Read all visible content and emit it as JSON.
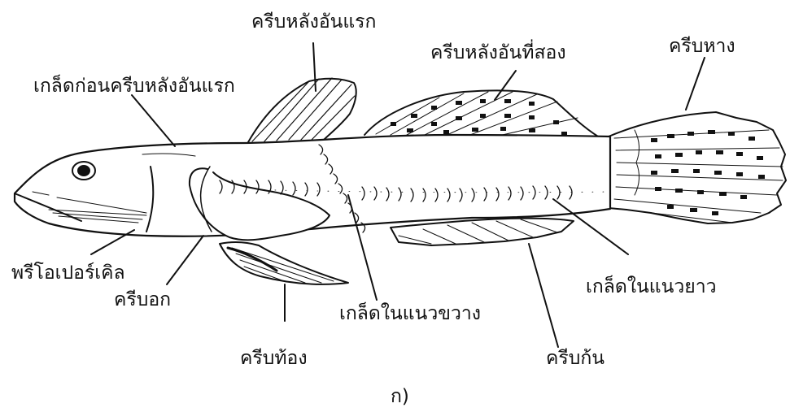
{
  "diagram": {
    "labels": {
      "first_dorsal_fin": "ครีบหลังอันแรก",
      "second_dorsal_fin": "ครีบหลังอันที่สอง",
      "caudal_fin": "ครีบหาง",
      "predorsal_scales": "เกล็ดก่อนครีบหลังอันแรก",
      "preopercle": "พรีโอเปอร์เคิล",
      "pectoral_fin": "ครีบอก",
      "pelvic_fin": "ครีบท้อง",
      "transverse_scales": "เกล็ดในแนวขวาง",
      "longitudinal_scales": "เกล็ดในแนวยาว",
      "anal_fin": "ครีบก้น"
    },
    "caption": "ก)"
  },
  "colors": {
    "ink": "#111111",
    "background": "#ffffff"
  }
}
